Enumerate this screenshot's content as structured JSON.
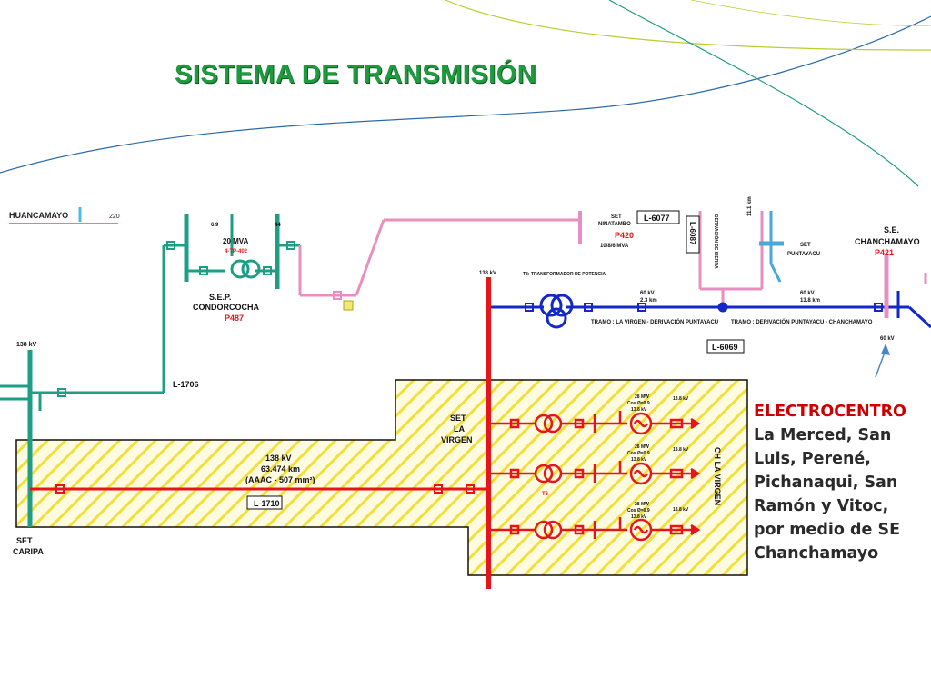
{
  "title": "SISTEMA DE TRANSMISIÓN",
  "colors": {
    "title": "#1e9b3f",
    "line_138kv": "#e8141c",
    "line_green": "#1f9e86",
    "line_blue": "#1428c8",
    "line_pink": "#e88fc0",
    "hatch": "#f2e03a",
    "annotation_red": "#cc0000"
  },
  "note": {
    "heading": "ELECTROCENTRO",
    "lines": [
      "La Merced, San",
      "Luis, Perené,",
      "Pichanaqui, San",
      "Ramón y Vitoc,",
      "por medio de SE",
      "Chanchamayo"
    ]
  },
  "diagram": {
    "top_left_label": "HUANCAMAYO",
    "top_left_value": "220",
    "set_caripa": {
      "line1": "SET",
      "line2": "CARIPA",
      "kv": "138 kV"
    },
    "line_l1706": "L-1706",
    "line_l1710": "L-1710",
    "line_spec": {
      "kv": "138 kV",
      "length": "63.474 km",
      "conductor": "(AAAC - 507 mm²)"
    },
    "set_la_virgen": {
      "line1": "SET",
      "line2": "LA",
      "line3": "VIRGEN",
      "kv": "138 kV"
    },
    "ch_la_virgen": "CH LA VIRGEN",
    "condorcocha": {
      "mva": "20 MVA",
      "code": "4-TP-402",
      "name1": "S.E.P.",
      "name2": "CONDORCOCHA",
      "point": "P487",
      "v1": "6.9",
      "v2": "44"
    },
    "ninatambo": {
      "name1": "SET",
      "name2": "NINATAMBO",
      "point": "P420",
      "mva": "10/8/6 MVA"
    },
    "line_l6077": "L-6077",
    "line_l6087": "L-6087",
    "line_l6069": "L-6069",
    "puntayacu": {
      "name1": "SET",
      "name2": "PUNTAYACU"
    },
    "chanchamayo": {
      "name1": "S.E.",
      "name2": "CHANCHAMAYO",
      "point": "P421",
      "kv": "60 kV"
    },
    "transformer_note": "T8: TRANSFORMADOR DE POTENCIA",
    "segment_a": {
      "kv": "60 kV",
      "km": "2.3 km",
      "name": "TRAMO : LA VIRGEN - DERIVACIÓN PUNTAYACU"
    },
    "segment_b": {
      "kv": "60 kV",
      "km": "13.8 km",
      "name": "TRAMO : DERIVACIÓN PUNTAYACU - CHANCHAMAYO"
    },
    "derivation_label": "DERIVACIÓN DE SIERRA",
    "derivation_km": "11.1 km",
    "generators": [
      {
        "mw": "28 MW",
        "cos": "Cos Ø=0.9",
        "kv": "13.8 kV",
        "out": "13.8 kV",
        "tag": ""
      },
      {
        "mw": "28 MW",
        "cos": "Cos Ø=0.9",
        "kv": "13.8 kV",
        "out": "13.8 kV",
        "tag": "T6"
      },
      {
        "mw": "28 MW",
        "cos": "Cos Ø=0.9",
        "kv": "13.8 kV",
        "out": "13.8 kV",
        "tag": ""
      }
    ]
  }
}
